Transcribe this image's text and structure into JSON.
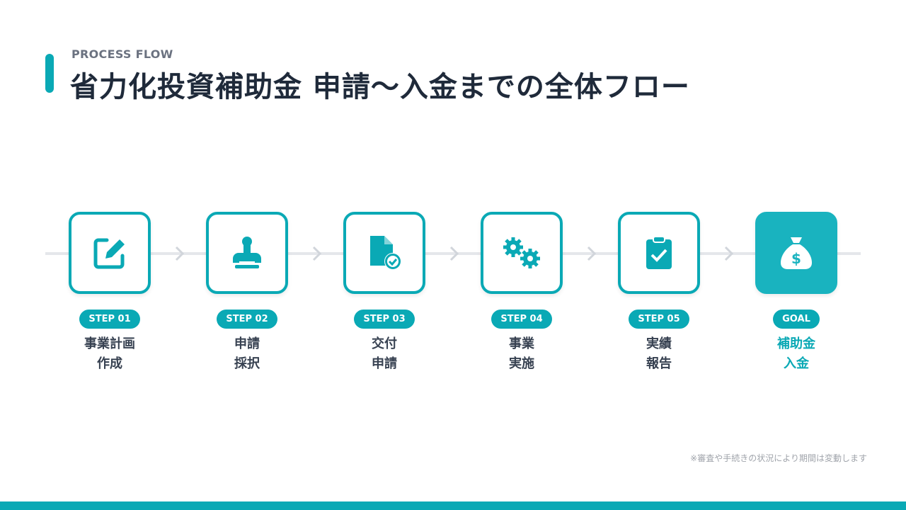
{
  "header": {
    "eyebrow": "PROCESS FLOW",
    "title": "省力化投資補助金 申請〜入金までの全体フロー"
  },
  "steps": [
    {
      "badge": "STEP 01",
      "line1": "事業計画",
      "line2": "作成",
      "icon": "edit-icon"
    },
    {
      "badge": "STEP 02",
      "line1": "申請",
      "line2": "採択",
      "icon": "stamp-icon"
    },
    {
      "badge": "STEP 03",
      "line1": "交付",
      "line2": "申請",
      "icon": "file-check-icon"
    },
    {
      "badge": "STEP 04",
      "line1": "事業",
      "line2": "実施",
      "icon": "gears-icon"
    },
    {
      "badge": "STEP 05",
      "line1": "実績",
      "line2": "報告",
      "icon": "clipboard-check-icon"
    },
    {
      "badge": "GOAL",
      "line1": "補助金",
      "line2": "入金",
      "icon": "money-bag-icon"
    }
  ],
  "footer": {
    "note": "※審査や手続きの状況により期間は変動します"
  },
  "colors": {
    "accent": "#0aa9b5",
    "goal": "#19b3bf",
    "title": "#1f2a3a"
  }
}
